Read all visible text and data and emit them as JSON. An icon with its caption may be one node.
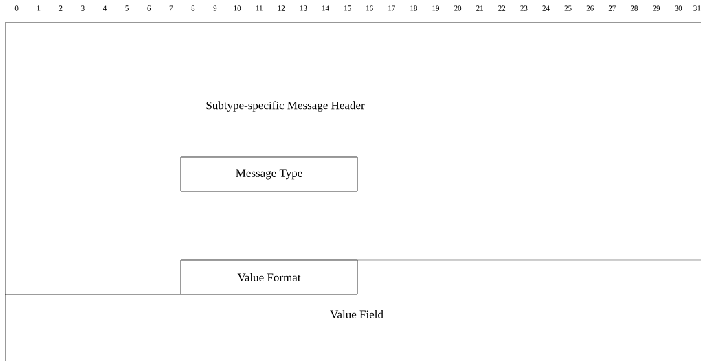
{
  "diagram": {
    "nodes": [
      {
        "text": [
          "Message Type"
        ]
      },
      {
        "text": [
          "Value Format"
        ]
      }
    ],
    "labels": [
      "0",
      "1",
      "2",
      "3",
      "4",
      "5",
      "6",
      "7",
      "8",
      "9",
      "10",
      "11",
      "12",
      "13",
      "14",
      "15",
      "16",
      "17",
      "18",
      "19",
      "20",
      "21",
      "22",
      "23",
      "24",
      "25",
      "26",
      "27",
      "28",
      "29",
      "30",
      "31",
      "Subtype-specific Message Header",
      "Value Field"
    ]
  }
}
